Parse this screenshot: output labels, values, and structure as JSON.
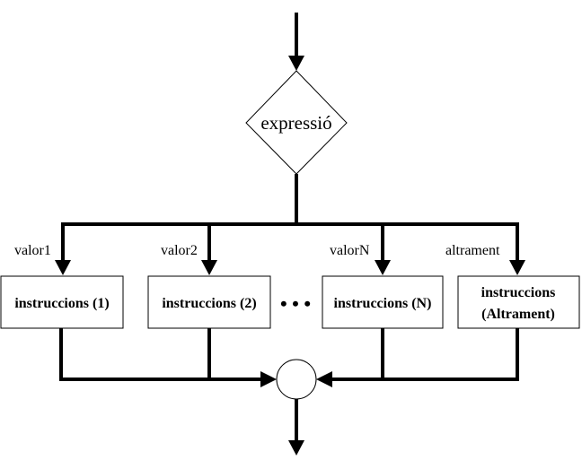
{
  "condition": {
    "label": "expressió"
  },
  "branches": [
    {
      "case_label": "valor1",
      "box_label": "instruccions (1)"
    },
    {
      "case_label": "valor2",
      "box_label": "instruccions (2)"
    },
    {
      "case_label": "valorN",
      "box_label": "instruccions (N)"
    },
    {
      "case_label": "altrament",
      "box_label_line1": "instruccions",
      "box_label_line2": "(Altrament)"
    }
  ],
  "ellipsis": "• • •"
}
